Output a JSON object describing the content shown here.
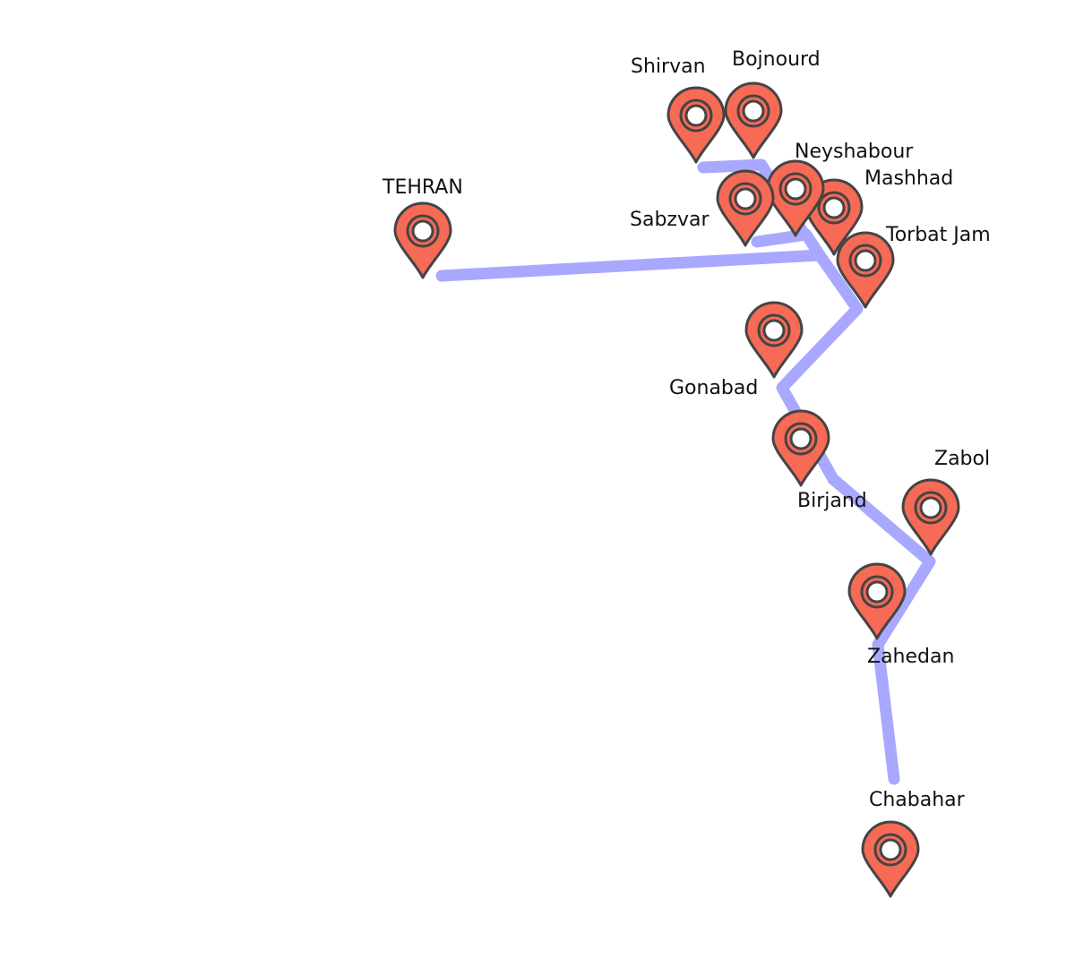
{
  "map": {
    "colors": {
      "route": "#a8a8ff",
      "pin_fill": "#f76a55",
      "pin_stroke": "#444444",
      "pin_inner": "#ffffff",
      "label": "#111111"
    },
    "icon": "map-pin-icon",
    "cities": [
      {
        "id": "tehran",
        "name": "TEHRAN"
      },
      {
        "id": "shirvan",
        "name": "Shirvan"
      },
      {
        "id": "bojnourd",
        "name": "Bojnourd"
      },
      {
        "id": "neyshabour",
        "name": "Neyshabour"
      },
      {
        "id": "mashhad",
        "name": "Mashhad"
      },
      {
        "id": "sabzvar",
        "name": "Sabzvar"
      },
      {
        "id": "torbat-jam",
        "name": "Torbat Jam"
      },
      {
        "id": "gonabad",
        "name": "Gonabad"
      },
      {
        "id": "birjand",
        "name": "Birjand"
      },
      {
        "id": "zabol",
        "name": "Zabol"
      },
      {
        "id": "zahedan",
        "name": "Zahedan"
      },
      {
        "id": "chabahar",
        "name": "Chabahar"
      }
    ]
  }
}
